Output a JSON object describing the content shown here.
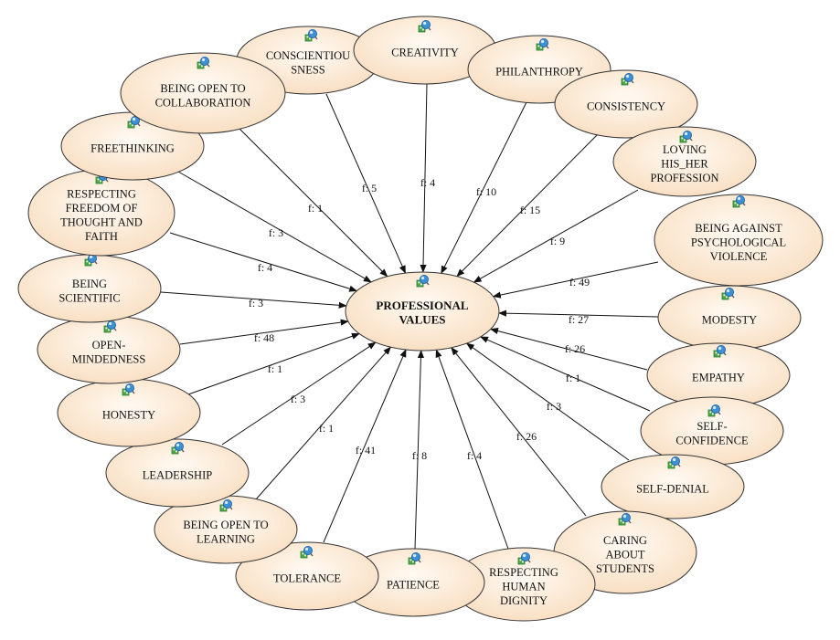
{
  "center": {
    "id": "center",
    "lines": [
      "PROFESSIONAL",
      "VALUES"
    ]
  },
  "nodes": [
    {
      "id": "conscientiousness",
      "lines": [
        "CONSCIENTIOU",
        "SNESS"
      ],
      "freq": "f: 5"
    },
    {
      "id": "creativity",
      "lines": [
        "CREATIVITY"
      ],
      "freq": "f: 4"
    },
    {
      "id": "philanthropy",
      "lines": [
        "PHILANTHROPY"
      ],
      "freq": "f: 10"
    },
    {
      "id": "consistency",
      "lines": [
        "CONSISTENCY"
      ],
      "freq": "f: 15"
    },
    {
      "id": "loving-profession",
      "lines": [
        "LOVING",
        "HIS_HER",
        "PROFESSION"
      ],
      "freq": "f: 9"
    },
    {
      "id": "against-violence",
      "lines": [
        "BEING AGAINST",
        "PSYCHOLOGICAL",
        "VIOLENCE"
      ],
      "freq": "f: 49"
    },
    {
      "id": "modesty",
      "lines": [
        "MODESTY"
      ],
      "freq": "f: 27"
    },
    {
      "id": "empathy",
      "lines": [
        "EMPATHY"
      ],
      "freq": "f: 26"
    },
    {
      "id": "self-confidence",
      "lines": [
        "SELF-",
        "CONFIDENCE"
      ],
      "freq": "f: 1"
    },
    {
      "id": "self-denial",
      "lines": [
        "SELF-DENIAL"
      ],
      "freq": "f: 3"
    },
    {
      "id": "caring-students",
      "lines": [
        "CARING",
        "ABOUT",
        "STUDENTS"
      ],
      "freq": "f: 26"
    },
    {
      "id": "human-dignity",
      "lines": [
        "RESPECTING",
        "HUMAN",
        "DIGNITY"
      ],
      "freq": "f: 4"
    },
    {
      "id": "patience",
      "lines": [
        "PATIENCE"
      ],
      "freq": "f: 8"
    },
    {
      "id": "tolerance",
      "lines": [
        "TOLERANCE"
      ],
      "freq": "f: 41"
    },
    {
      "id": "open-learning",
      "lines": [
        "BEING OPEN TO",
        "LEARNING"
      ],
      "freq": "f: 1"
    },
    {
      "id": "leadership",
      "lines": [
        "LEADERSHIP"
      ],
      "freq": "f: 3"
    },
    {
      "id": "honesty",
      "lines": [
        "HONESTY"
      ],
      "freq": "f: 1"
    },
    {
      "id": "open-mindedness",
      "lines": [
        "OPEN-",
        "MINDEDNESS"
      ],
      "freq": "f: 48"
    },
    {
      "id": "scientific",
      "lines": [
        "BEING",
        "SCIENTIFIC"
      ],
      "freq": "f: 3"
    },
    {
      "id": "freedom-thought",
      "lines": [
        "RESPECTING",
        "FREEDOM OF",
        "THOUGHT AND",
        "FAITH"
      ],
      "freq": "f: 4"
    },
    {
      "id": "freethinking",
      "lines": [
        "FREETHINKING"
      ],
      "freq": "f: 3"
    },
    {
      "id": "open-collaboration",
      "lines": [
        "BEING OPEN TO",
        "COLLABORATION"
      ],
      "freq": "f: 1"
    }
  ],
  "colors": {
    "node_fill_inner": "#fffaf3",
    "node_fill_outer": "#f8ddbf",
    "node_stroke": "#333333",
    "edge": "#111111",
    "icon_blue": "#3d8fd6",
    "icon_green": "#4aa844"
  },
  "icon": "search-globe-icon"
}
